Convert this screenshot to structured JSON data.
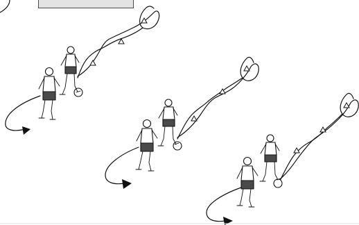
{
  "diagram": {
    "label": "",
    "stations": [
      {
        "id": "station-1",
        "cones": 3,
        "players": 2
      },
      {
        "id": "station-2",
        "cones": 3,
        "players": 2
      },
      {
        "id": "station-3",
        "cones": 3,
        "players": 2
      }
    ],
    "colors": {
      "line": "#111111",
      "label_box_fill": "#e3e3e3",
      "background": "#ffffff"
    }
  }
}
